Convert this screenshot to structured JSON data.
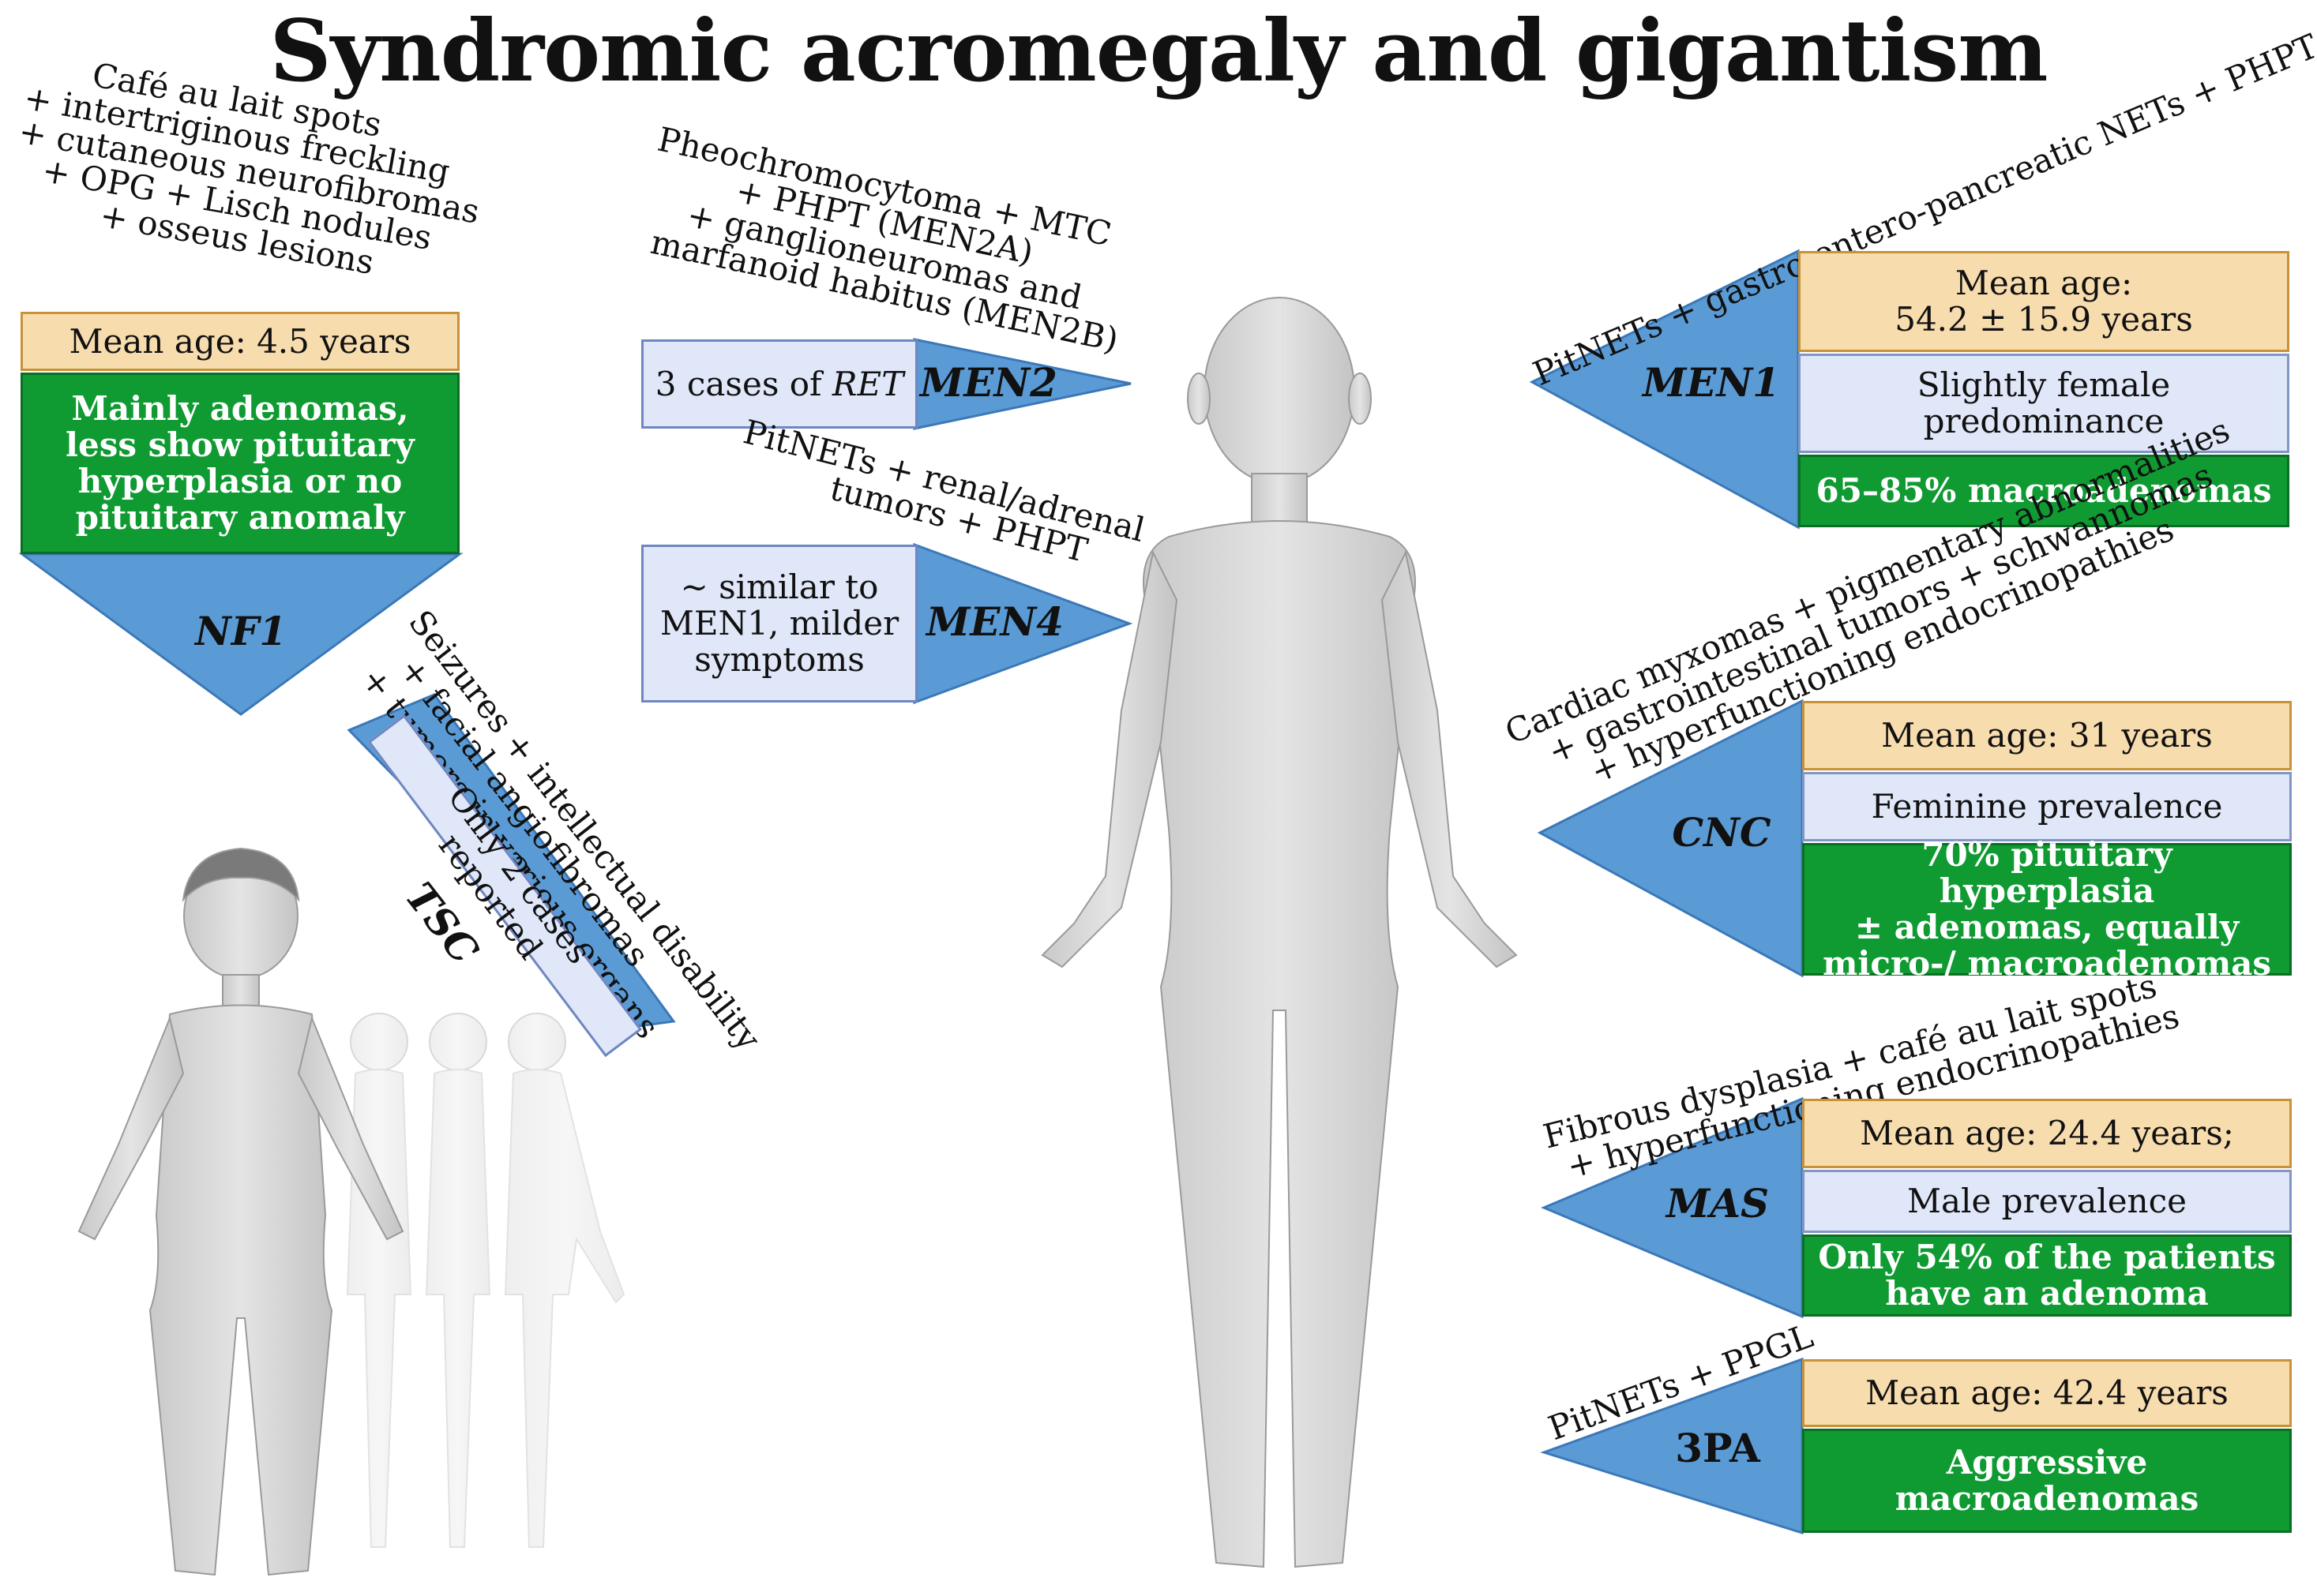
{
  "title": "Syndromic acromegaly and gigantism",
  "nf1": {
    "name": "NF1",
    "features": [
      "Café au lait spots",
      "+ intertriginous freckling",
      "+ cutaneous neurofibromas",
      "+ OPG + Lisch nodules",
      "+ osseus lesions"
    ],
    "age": "Mean age: 4.5 years",
    "pathology": [
      "Mainly adenomas,",
      "less show pituitary",
      "hyperplasia or no",
      "pituitary anomaly"
    ]
  },
  "tsc": {
    "name": "TSC",
    "features": [
      "Seizures + intellectual disability",
      "+ facial angiofibromas",
      "+ tumors in various organs"
    ],
    "note": "Only 2 cases reported"
  },
  "men2": {
    "name": "MEN2",
    "features": [
      "Pheochromocytoma + MTC",
      "+ PHPT (MEN2A)",
      "+ ganglioneuromas and",
      "marfanoid habitus (MEN2B)"
    ],
    "note_prefix": "3 cases of ",
    "note_gene": "RET"
  },
  "men4": {
    "name": "MEN4",
    "features": [
      "PitNETs + renal/adrenal",
      "tumors + PHPT"
    ],
    "note": [
      "~ similar to",
      "MEN1, milder",
      "symptoms"
    ]
  },
  "men1": {
    "name": "MEN1",
    "features": "PitNETs + gastro-entero-pancreatic NETs + PHPT",
    "age": [
      "Mean age:",
      "54.2 ± 15.9 years"
    ],
    "sex": [
      "Slightly female",
      "predominance"
    ],
    "pathology": "65–85% macroadenomas"
  },
  "cnc": {
    "name": "CNC",
    "features": [
      "Cardiac myxomas + pigmentary abnormalities",
      "+ gastrointestinal tumors + schwannomas",
      "+ hyperfunctioning endocrinopathies"
    ],
    "age": "Mean age: 31 years",
    "sex": "Feminine prevalence",
    "pathology": [
      "70% pituitary hyperplasia",
      "± adenomas, equally",
      "micro-/ macroadenomas"
    ]
  },
  "mas": {
    "name": "MAS",
    "features": [
      "Fibrous dysplasia + café au lait spots",
      "+ hyperfunctioning endocrinopathies"
    ],
    "age": "Mean age: 24.4 years;",
    "sex": "Male prevalence",
    "pathology": [
      "Only 54% of the patients",
      "have an adenoma"
    ]
  },
  "pa3": {
    "name": "3PA",
    "features": "PitNETs + PPGL",
    "age": "Mean age: 42.4 years",
    "pathology": [
      "Aggressive",
      "macroadenomas"
    ]
  },
  "colors": {
    "arrow": "#5b9bd5",
    "age_fill": "#f7dcae",
    "sex_fill": "#dfe7f8",
    "green_fill": "#0f9a32"
  }
}
